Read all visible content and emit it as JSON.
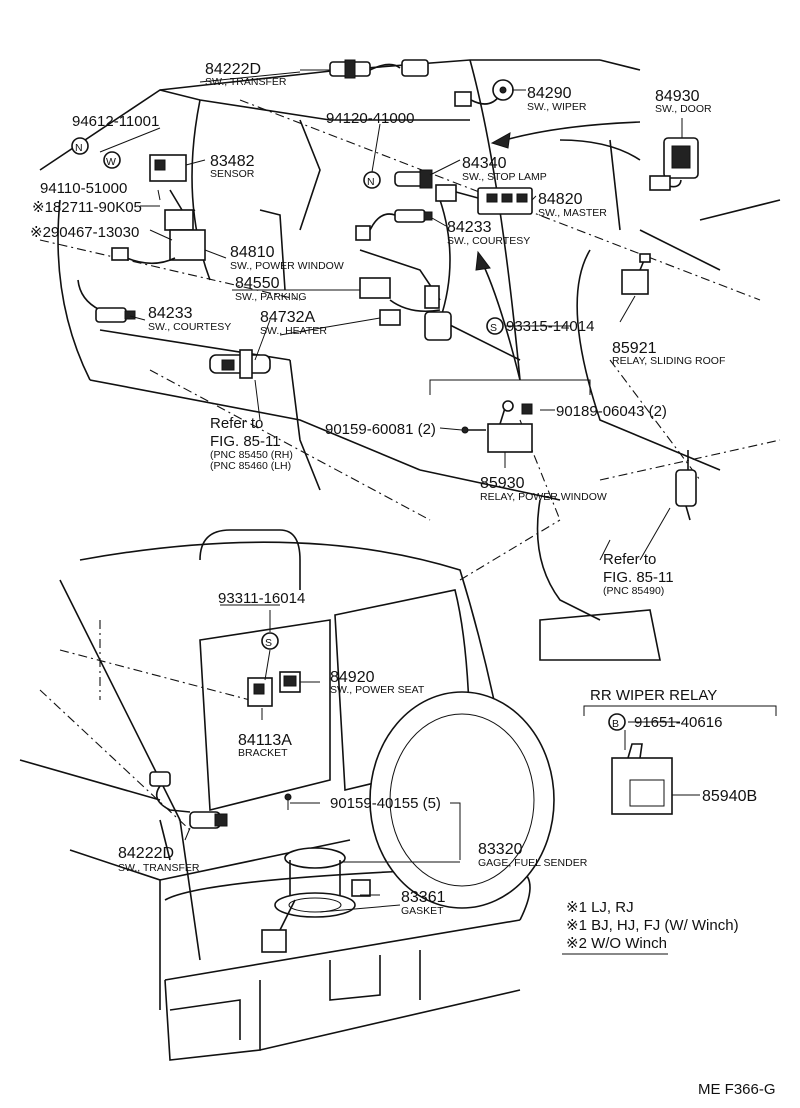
{
  "labels": {
    "p84222D_top": "84222D",
    "p84222D_top_desc": "SW., TRANSFER",
    "p94612": "94612-11001",
    "p83482": "83482",
    "p83482_desc": "SENSOR",
    "p94110": "94110-51000",
    "p82711": "※182711-90K05",
    "p90467": "※290467-13030",
    "p84810": "84810",
    "p84810_desc": "SW., POWER WINDOW",
    "p84550": "84550",
    "p84550_desc": "SW., PARKING",
    "p84233_left": "84233",
    "p84233_left_desc": "SW., COURTESY",
    "p84732A": "84732A",
    "p84732A_desc": "SW., HEATER",
    "ref1_a": "Refer to",
    "ref1_b": "FIG. 85-11",
    "ref1_c": "(PNC 85450  (RH)",
    "ref1_d": "(PNC 85460  (LH)",
    "p94120": "94120-41000",
    "p84290": "84290",
    "p84290_desc": "SW., WIPER",
    "p84340": "84340",
    "p84340_desc": "SW., STOP LAMP",
    "p84820": "84820",
    "p84820_desc": "SW., MASTER",
    "p84233_mid": "84233",
    "p84233_mid_desc": "SW., COURTESY",
    "p93315": "93315-14014",
    "p84930": "84930",
    "p84930_desc": "SW., DOOR",
    "p85921": "85921",
    "p85921_desc": "RELAY, SLIDING ROOF",
    "p90159_60081": "90159-60081 (2)",
    "p90189": "90189-06043 (2)",
    "p85930": "85930",
    "p85930_desc": "RELAY, POWER WINDOW",
    "ref2_a": "Refer to",
    "ref2_b": "FIG. 85-11",
    "ref2_c": "(PNC 85490)",
    "p93311": "93311-16014",
    "p84920": "84920",
    "p84920_desc": "SW., POWER SEAT",
    "p84113A": "84113A",
    "p84113A_desc": "BRACKET",
    "p90159_40155": "90159-40155 (5)",
    "p83320": "83320",
    "p83320_desc": "GAGE, FUEL SENDER",
    "p84222D_bot": "84222D",
    "p84222D_bot_desc": "SW., TRANSFER",
    "p83361": "83361",
    "p83361_desc": "GASKET",
    "rr_title": "RR  WIPER  RELAY",
    "p91651": "91651-40616",
    "p85940B": "85940B",
    "code_N": "N",
    "code_W": "W",
    "code_S": "S",
    "code_B": "B",
    "legend1": "※1 LJ, RJ",
    "legend2": "※1 BJ, HJ, FJ (W/ Winch)",
    "legend3": "※2 W/O Winch",
    "footer": "ME  F366-G"
  }
}
